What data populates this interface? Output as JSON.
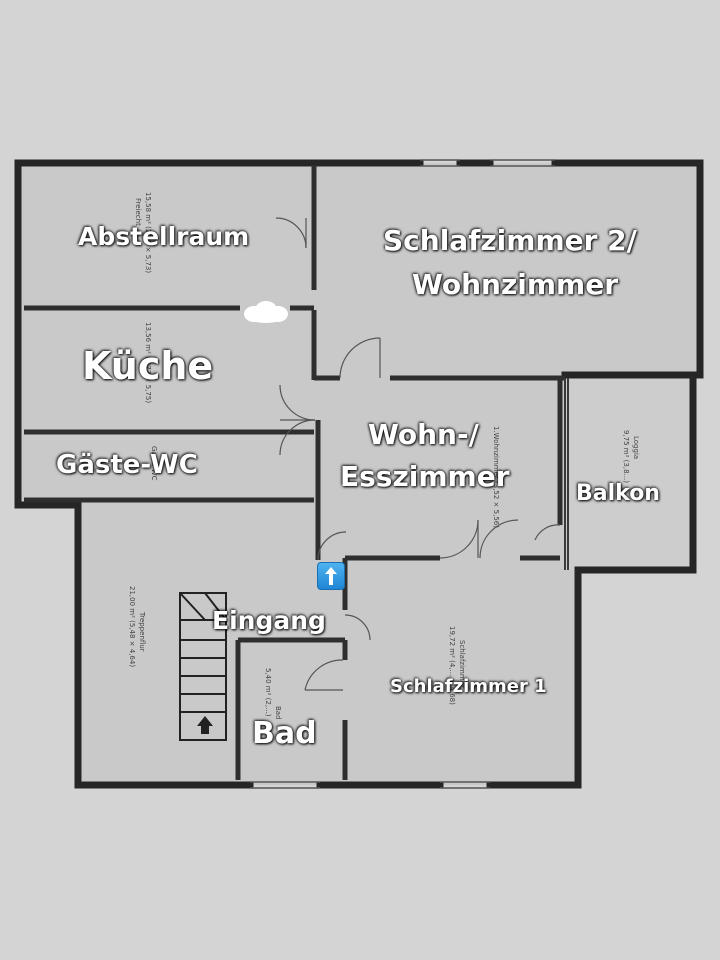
{
  "rooms": {
    "abstellraum": "Abstellraum",
    "schlafzimmer2_line1": "Schlafzimmer 2/",
    "schlafzimmer2_line2": "Wohnzimmer",
    "kueche": "Küche",
    "gaeste_wc": "Gäste-WC",
    "wohn_line1": "Wohn-/",
    "wohn_line2": "Esszimmer",
    "balkon": "Balkon",
    "eingang": "Eingang",
    "bad": "Bad",
    "schlafzimmer1": "Schlafzimmer 1"
  },
  "plan_annotations": {
    "freiecht": "Freiecht",
    "abstell_area": "15,58 m² (2,73 × 5,73)",
    "kueche_area": "13,56 m² (2,73 × 5,75)",
    "wc_area": "Gäste-WC",
    "treppenflur": "Treppenflur",
    "treppenflur_area": "21,00 m² (5,48 × 4,64)",
    "schlaf1_room": "Schlafzimmer",
    "schlaf1_area": "19,72 m² (4,... × 4,68)",
    "bad_room": "Bad",
    "bad_area": "5,40 m² (2,...)",
    "loggia": "Loggia",
    "loggia_area": "9,75 m² (3,8...)",
    "wohn_area": "1.Wohnzimmer (3,52 × 5,56)"
  },
  "icons": [
    "up-arrow-icon",
    "cloud-icon",
    "stair-arrow-icon"
  ],
  "colors": {
    "wall": "#2a2a2a",
    "floor": "#c8c8c8",
    "label_text": "#ffffff",
    "entrance_icon": "#2a8fe0"
  }
}
